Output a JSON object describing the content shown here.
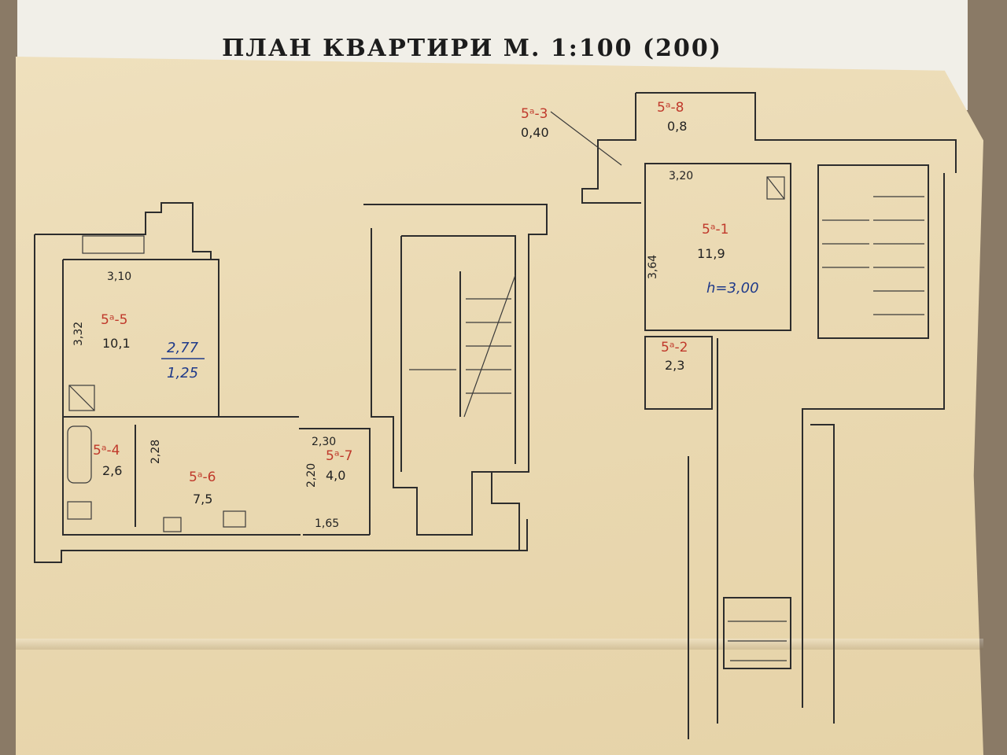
{
  "title": "ПЛАН КВАРТИРИ М. 1:100 (200)",
  "rooms": [
    {
      "id": "5ᵃ-1",
      "area": "11,9"
    },
    {
      "id": "5ᵃ-2",
      "area": "2,3"
    },
    {
      "id": "5ᵃ-3",
      "area": "0,40"
    },
    {
      "id": "5ᵃ-4",
      "area": "2,6"
    },
    {
      "id": "5ᵃ-5",
      "area": "10,1"
    },
    {
      "id": "5ᵃ-6",
      "area": "7,5"
    },
    {
      "id": "5ᵃ-7",
      "area": "4,0"
    },
    {
      "id": "5ᵃ-8",
      "area": "0,8"
    }
  ],
  "dimensions": [
    "3,10",
    "3,32",
    "2,28",
    "2,30",
    "2,20",
    "1,65",
    "3,20",
    "3,64"
  ],
  "heights": {
    "room1": "h=3,00",
    "room5_top": "2,77",
    "room5_bottom": "1,25"
  },
  "colors": {
    "red": "#c0392b",
    "blue": "#1f3a8a",
    "ink": "#2d2d2d"
  }
}
